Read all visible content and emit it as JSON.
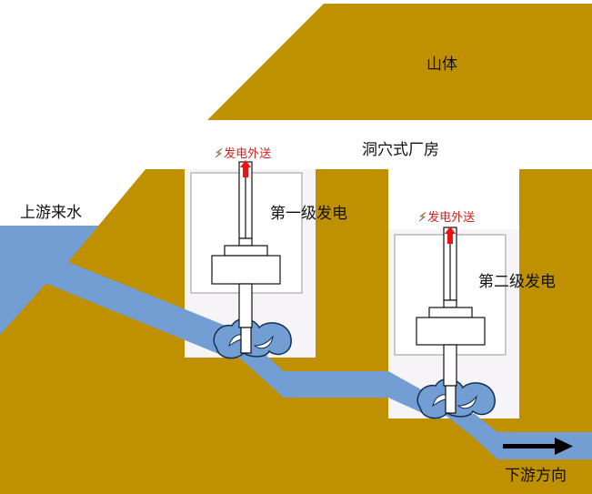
{
  "labels": {
    "mountain": "山体",
    "powerhouse": "洞穴式厂房",
    "upstream": "上游来水",
    "downstream": "下游方向",
    "stage1": "第一级发电",
    "stage2": "第二级发电",
    "power_out_1": "发电外送",
    "power_out_2": "发电外送"
  },
  "icons": {
    "power_out": "lightning-bolt-icon",
    "power_arrow": "red-up-arrow-icon",
    "flow_arrow": "black-right-arrow-icon",
    "turbine": "turbine-icon",
    "generator": "generator-icon"
  },
  "colors": {
    "rock": "#BF9000",
    "water": "#729ED4",
    "chamber": "#F6F4F6",
    "label_red": "#D42020",
    "bolt": "#E9A92A",
    "text": "#111111"
  }
}
